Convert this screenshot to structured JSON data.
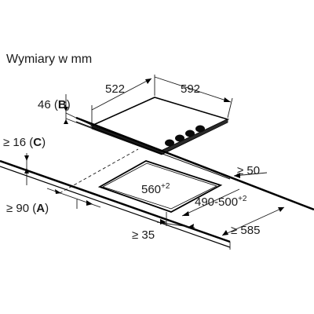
{
  "title": "Wymiary w mm",
  "dimensions": {
    "depth": "522",
    "width": "592",
    "height_value": "46 (",
    "height_letter": "B",
    "height_close": ")",
    "front_gap_value": "≥ 16 (",
    "front_gap_letter": "C",
    "front_gap_close": ")",
    "right_gap": "≥ 50",
    "cutout_width_base": "560",
    "cutout_width_tol": "+2",
    "cutout_depth_base": "490-500",
    "cutout_depth_tol": "+2",
    "front_edge_value": "≥ 90 (",
    "front_edge_letter": "A",
    "front_edge_close": ")",
    "rear_gap": "≥ 35",
    "worktop_depth": "≥ 585"
  },
  "colors": {
    "line": "#000000",
    "hob": "#1c1c1c",
    "knob": "#0a0a0a"
  }
}
